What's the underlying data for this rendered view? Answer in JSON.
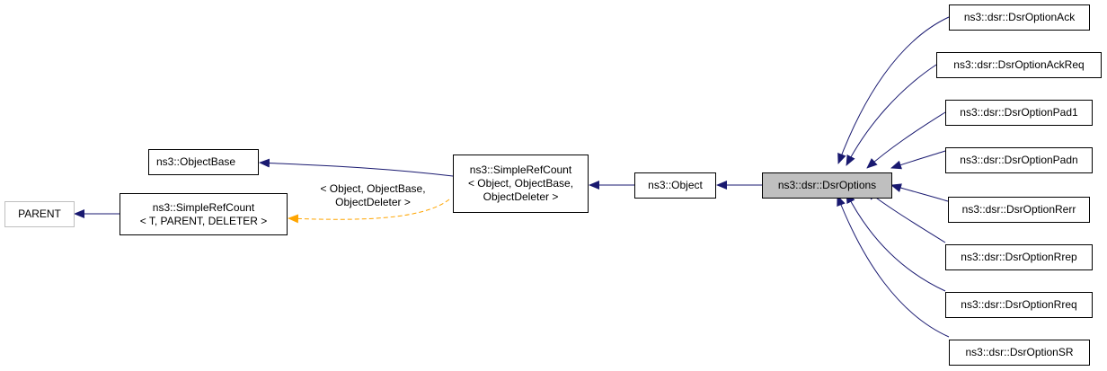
{
  "colors": {
    "inherit": "#191970",
    "template": "#ffa500",
    "focus_fill": "#bfbfbf",
    "external_border": "#bfbfbf"
  },
  "nodes": {
    "parent": {
      "label": "PARENT"
    },
    "object_base": {
      "label": "ns3::ObjectBase"
    },
    "simple_ref_count_generic": {
      "line1": "ns3::SimpleRefCount",
      "line2": "< T, PARENT, DELETER >"
    },
    "simple_ref_count_object": {
      "line1": "ns3::SimpleRefCount",
      "line2": "< Object, ObjectBase,",
      "line3": "ObjectDeleter >"
    },
    "object": {
      "label": "ns3::Object"
    },
    "dsr_options": {
      "label": "ns3::dsr::DsrOptions"
    },
    "children": [
      "ns3::dsr::DsrOptionAck",
      "ns3::dsr::DsrOptionAckReq",
      "ns3::dsr::DsrOptionPad1",
      "ns3::dsr::DsrOptionPadn",
      "ns3::dsr::DsrOptionRerr",
      "ns3::dsr::DsrOptionRrep",
      "ns3::dsr::DsrOptionRreq",
      "ns3::dsr::DsrOptionSR"
    ]
  },
  "template_edge_label": {
    "line1": "< Object, ObjectBase,",
    "line2": "ObjectDeleter >"
  }
}
